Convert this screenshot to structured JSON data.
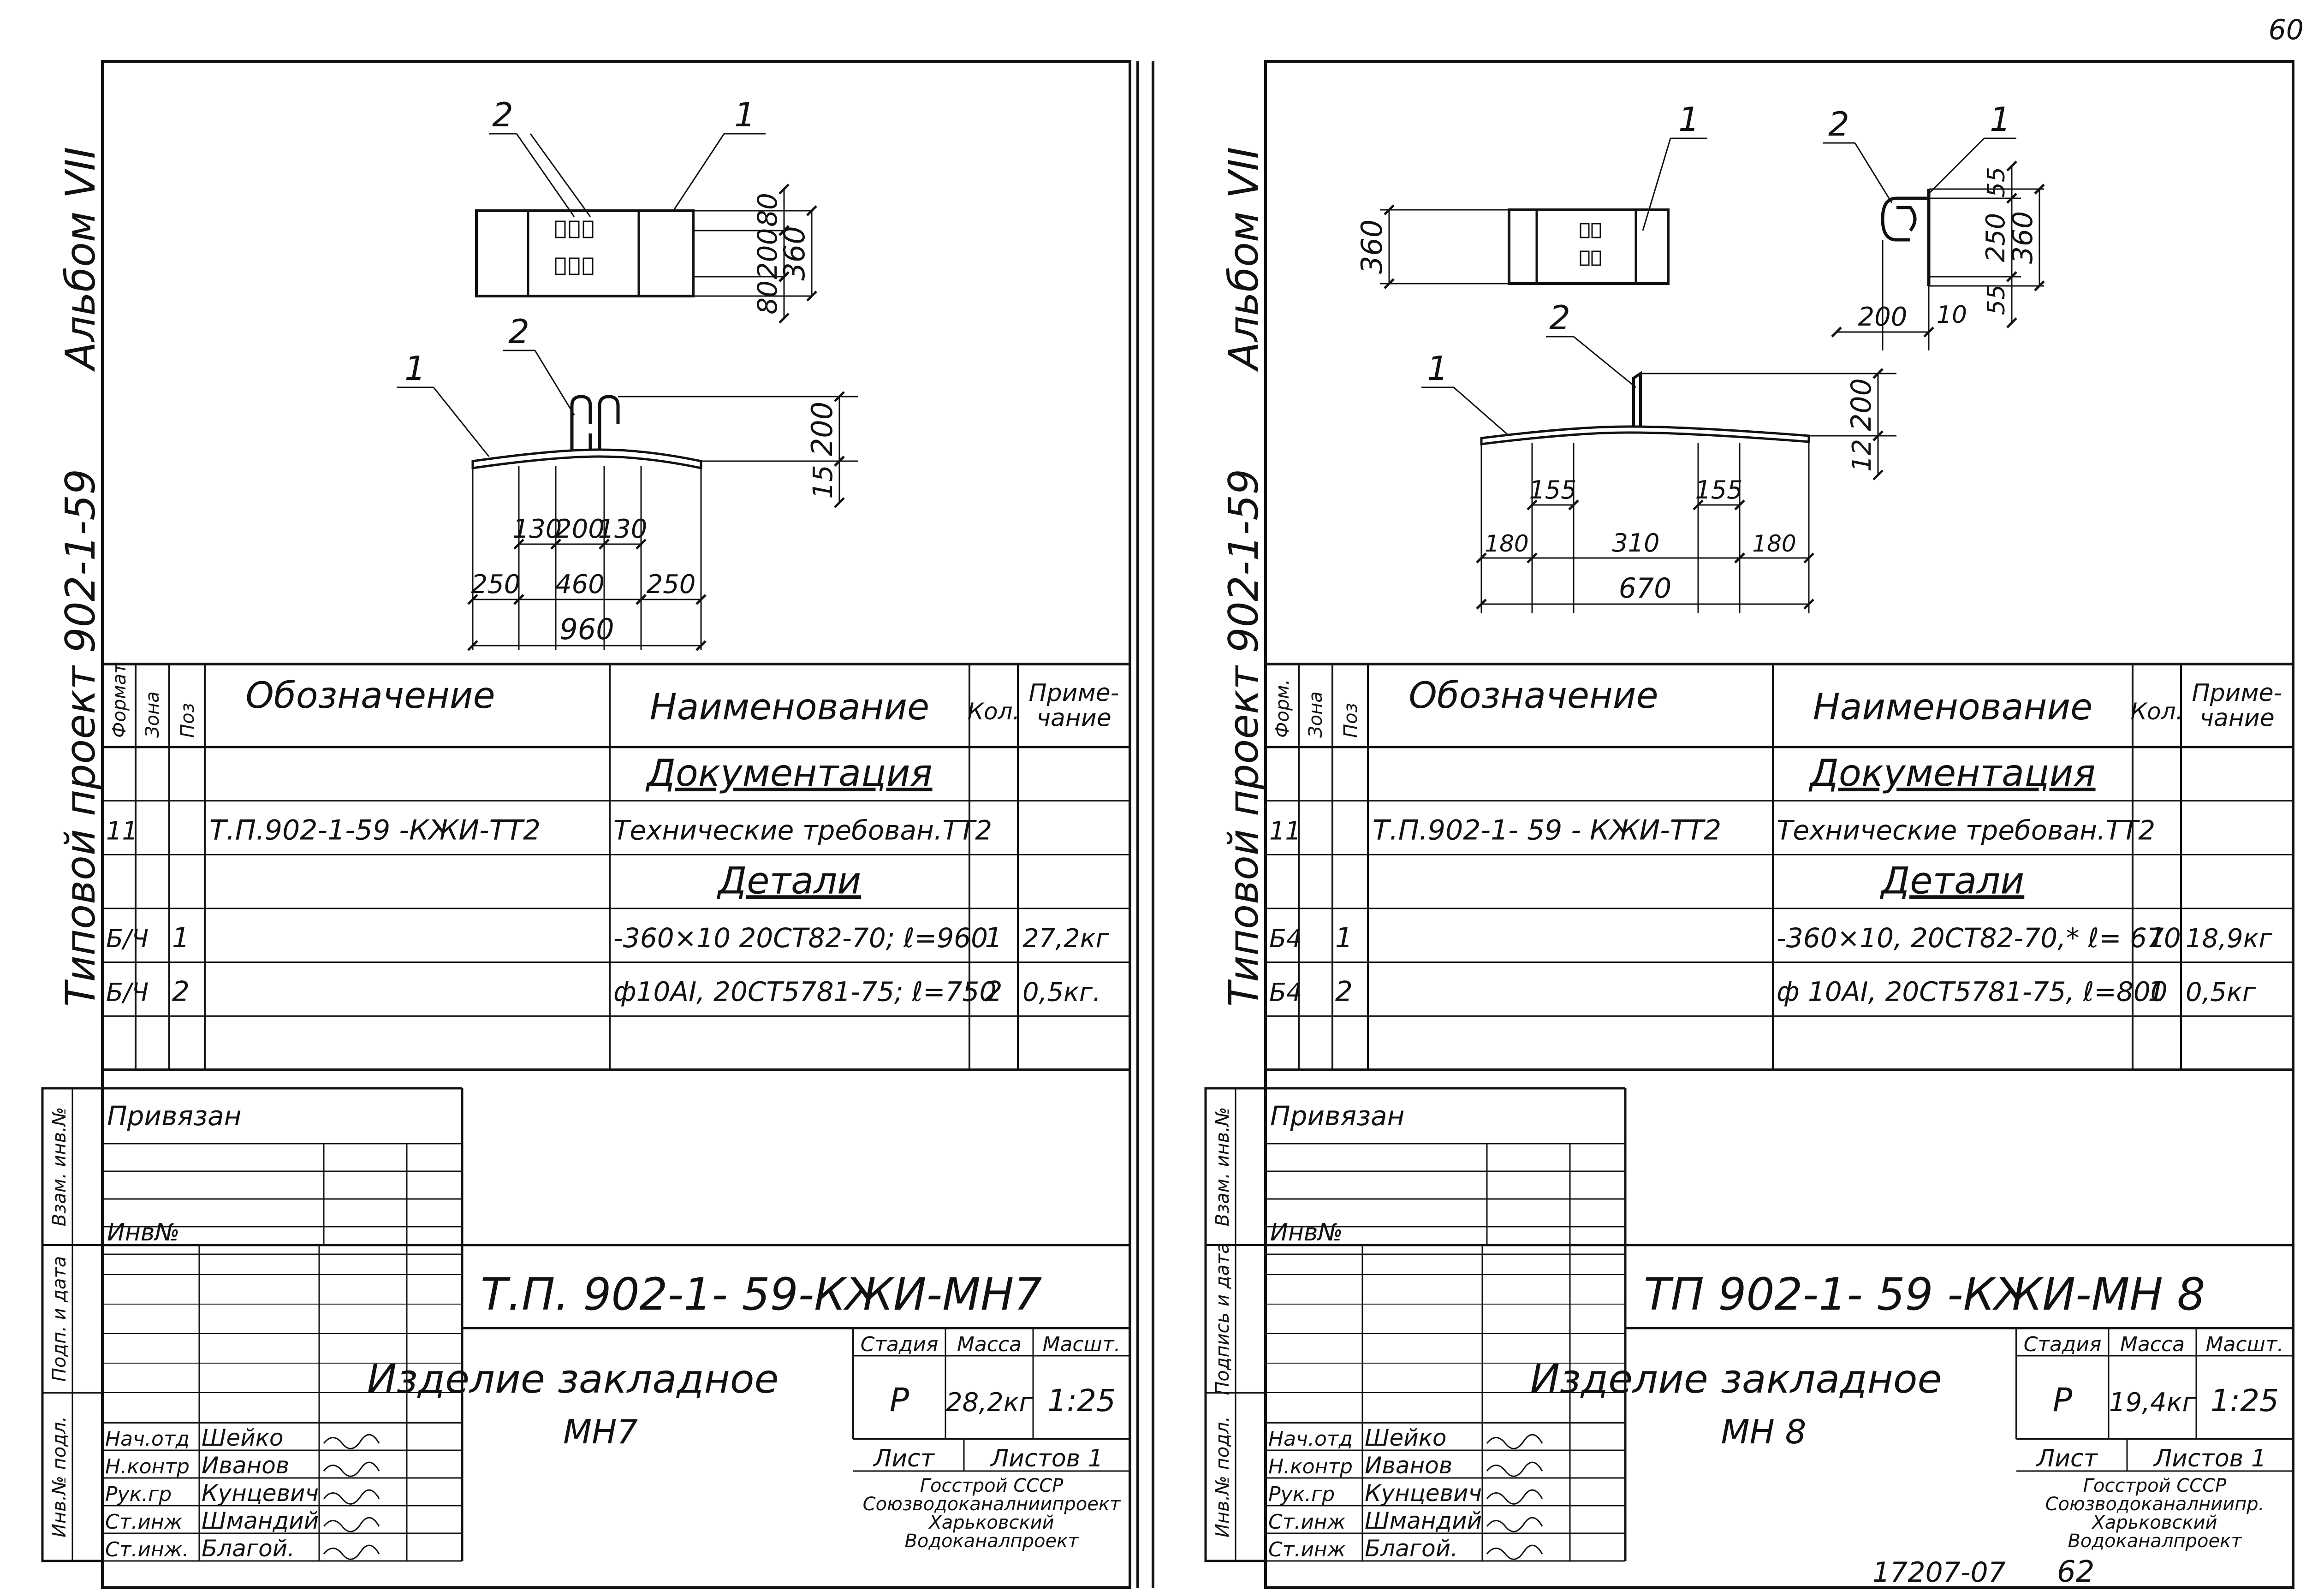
{
  "page_number": "60",
  "bottom_code": "17207-07",
  "bottom_num": "62",
  "sheets": [
    {
      "album": "Альбом VII",
      "project": "Типовой проект 902-1-59",
      "dims_top": {
        "d80a": "80",
        "d200": "200",
        "d360": "360",
        "d80b": "80"
      },
      "dims_front": {
        "d200": "200",
        "d15": "15",
        "d130a": "130",
        "d200b": "200",
        "d130b": "130",
        "d250a": "250",
        "d460": "460",
        "d250b": "250",
        "d960": "960"
      },
      "callouts": {
        "p1": "1",
        "p2": "2",
        "p1b": "1",
        "p2b": "2"
      },
      "header": {
        "format": "Формат",
        "zone": "Зона",
        "pos": "Поз",
        "designation": "Обозначение",
        "name": "Наименование",
        "qty": "Кол.",
        "note": "Приме-\nчание"
      },
      "rows": [
        {
          "fmt": "",
          "pos": "",
          "des": "",
          "name": "Документация",
          "qty": "",
          "note": "",
          "underline": true
        },
        {
          "fmt": "11",
          "pos": "",
          "des": "Т.П.902-1-59   -КЖИ-ТТ2",
          "name": "Технические требован.ТТ2",
          "qty": "",
          "note": ""
        },
        {
          "fmt": "",
          "pos": "",
          "des": "",
          "name": "Детали",
          "qty": "",
          "note": "",
          "underline": true
        },
        {
          "fmt": "Б/Ч",
          "pos": "1",
          "des": "",
          "name": "-360×10  20СТ82-70; ℓ=960",
          "qty": "1",
          "note": "27,2кг"
        },
        {
          "fmt": "Б/Ч",
          "pos": "2",
          "des": "",
          "name": "ф10АI, 20СТ5781-75; ℓ=750",
          "qty": "2",
          "note": "0,5кг."
        },
        {
          "fmt": "",
          "pos": "",
          "des": "",
          "name": "",
          "qty": "",
          "note": ""
        }
      ],
      "side_stamps": [
        "Взам. инв.№",
        "Подп. и дата",
        "Инв.№ подл."
      ],
      "privyazan": "Привязан",
      "inv_no": "Инв№",
      "doc_code": "Т.П. 902-1- 59-КЖИ-МН7",
      "title_line1": "Изделие закладное",
      "title_line2": "МН7",
      "stage_hdr": "Стадия",
      "mass_hdr": "Масса",
      "scale_hdr": "Масшт.",
      "stage": "Р",
      "mass": "28,2кг",
      "scale": "1:25",
      "sheet_lbl": "Лист",
      "sheets_lbl": "Листов 1",
      "org1": "Госстрой СССР",
      "org2": "Союзводоканалниипроект",
      "org3": "Харьковский",
      "org4": "Водоканалпроект",
      "people": [
        {
          "role": "Нач.отд",
          "name": "Шейко"
        },
        {
          "role": "Н.контр",
          "name": "Иванов"
        },
        {
          "role": "Рук.гр",
          "name": "Кунцевич"
        },
        {
          "role": "Ст.инж",
          "name": "Шмандий"
        },
        {
          "role": "Ст.инж.",
          "name": "Благой."
        }
      ]
    },
    {
      "album": "Альбом VII",
      "project": "Типовой проект 902-1-59",
      "dims_top": {
        "d360": "360",
        "d55a": "55",
        "d250": "250",
        "d360b": "360",
        "d200": "200",
        "d10": "10",
        "d55b": "55"
      },
      "dims_front": {
        "d200": "200",
        "d12": "12",
        "d155a": "155",
        "d155b": "155",
        "d180a": "180",
        "d310": "310",
        "d180b": "180",
        "d670": "670"
      },
      "callouts": {
        "p1": "1",
        "p2": "2",
        "p1b": "1",
        "p2b": "2"
      },
      "header": {
        "format": "Форм.",
        "zone": "Зона",
        "pos": "Поз",
        "designation": "Обозначение",
        "name": "Наименование",
        "qty": "Кол.",
        "note": "Приме-\nчание"
      },
      "rows": [
        {
          "fmt": "",
          "pos": "",
          "des": "",
          "name": "Документация",
          "qty": "",
          "note": "",
          "underline": true
        },
        {
          "fmt": "11",
          "pos": "",
          "des": "Т.П.902-1- 59   - КЖИ-ТТ2",
          "name": "Технические требован.ТТ2",
          "qty": "",
          "note": ""
        },
        {
          "fmt": "",
          "pos": "",
          "des": "",
          "name": "Детали",
          "qty": "",
          "note": "",
          "underline": true
        },
        {
          "fmt": "Б4",
          "pos": "1",
          "des": "",
          "name": "-360×10, 20СТ82-70,* ℓ= 670",
          "qty": "1",
          "note": "18,9кг"
        },
        {
          "fmt": "Б4",
          "pos": "2",
          "des": "",
          "name": "ф 10АI, 20СТ5781-75, ℓ=800",
          "qty": "1",
          "note": "0,5кг"
        },
        {
          "fmt": "",
          "pos": "",
          "des": "",
          "name": "",
          "qty": "",
          "note": ""
        }
      ],
      "side_stamps": [
        "Взам. инв.№",
        "Подпись и дата",
        "Инв.№ подл."
      ],
      "privyazan": "Привязан",
      "inv_no": "Инв№",
      "doc_code": "ТП 902-1- 59 -КЖИ-МН 8",
      "title_line1": "Изделие закладное",
      "title_line2": "МН 8",
      "stage_hdr": "Стадия",
      "mass_hdr": "Масса",
      "scale_hdr": "Масшт.",
      "stage": "Р",
      "mass": "19,4кг",
      "scale": "1:25",
      "sheet_lbl": "Лист",
      "sheets_lbl": "Листов 1",
      "org1": "Госстрой СССР",
      "org2": "Союзводоканалниипр.",
      "org3": "Харьковский",
      "org4": "Водоканалпроект",
      "people": [
        {
          "role": "Нач.отд",
          "name": "Шейко"
        },
        {
          "role": "Н.контр",
          "name": "Иванов"
        },
        {
          "role": "Рук.гр",
          "name": "Кунцевич"
        },
        {
          "role": "Ст.инж",
          "name": "Шмандий"
        },
        {
          "role": "Ст.инж",
          "name": "Благой."
        }
      ]
    }
  ]
}
